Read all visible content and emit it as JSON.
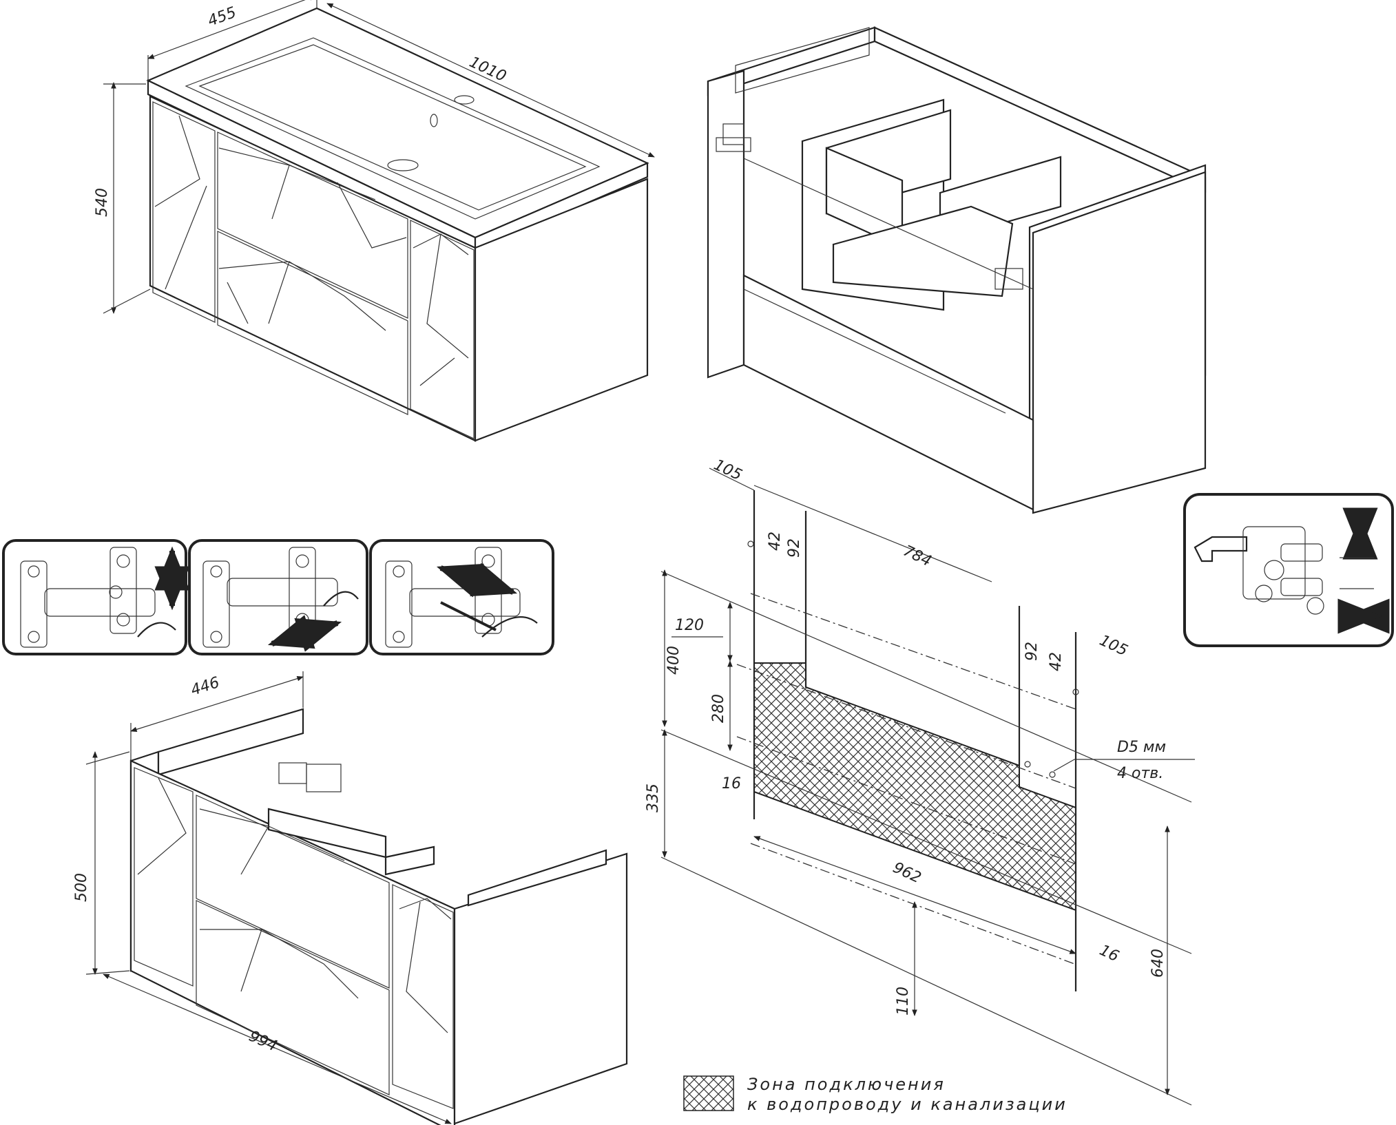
{
  "dimensions": {
    "top_depth": "455",
    "top_width": "1010",
    "top_height": "540",
    "bottom_depth": "446",
    "bottom_height": "500",
    "bottom_width": "994",
    "plan_left_offset": "105",
    "plan_42_left": "42",
    "plan_92_left": "92",
    "plan_784": "784",
    "plan_right_offset": "105",
    "plan_92_right": "92",
    "plan_42_right": "42",
    "plan_120": "120",
    "plan_400": "400",
    "plan_280": "280",
    "plan_335": "335",
    "plan_16_left": "16",
    "plan_962": "962",
    "plan_16_right": "16",
    "plan_110": "110",
    "plan_640": "640",
    "hole_diameter": "D5 мм",
    "hole_count": "4 отв."
  },
  "legend": {
    "line1": "Зона подключения",
    "line2": "к водопроводу и канализации"
  },
  "icons": [
    "hinge-adjust-vertical-icon",
    "hinge-adjust-depth-icon",
    "hinge-adjust-side-icon",
    "hinge-detach-icon",
    "arrow-up-down-icon",
    "arrow-left-right-icon",
    "screwdriver-icon"
  ],
  "colors": {
    "line": "#222222",
    "background": "#ffffff"
  }
}
